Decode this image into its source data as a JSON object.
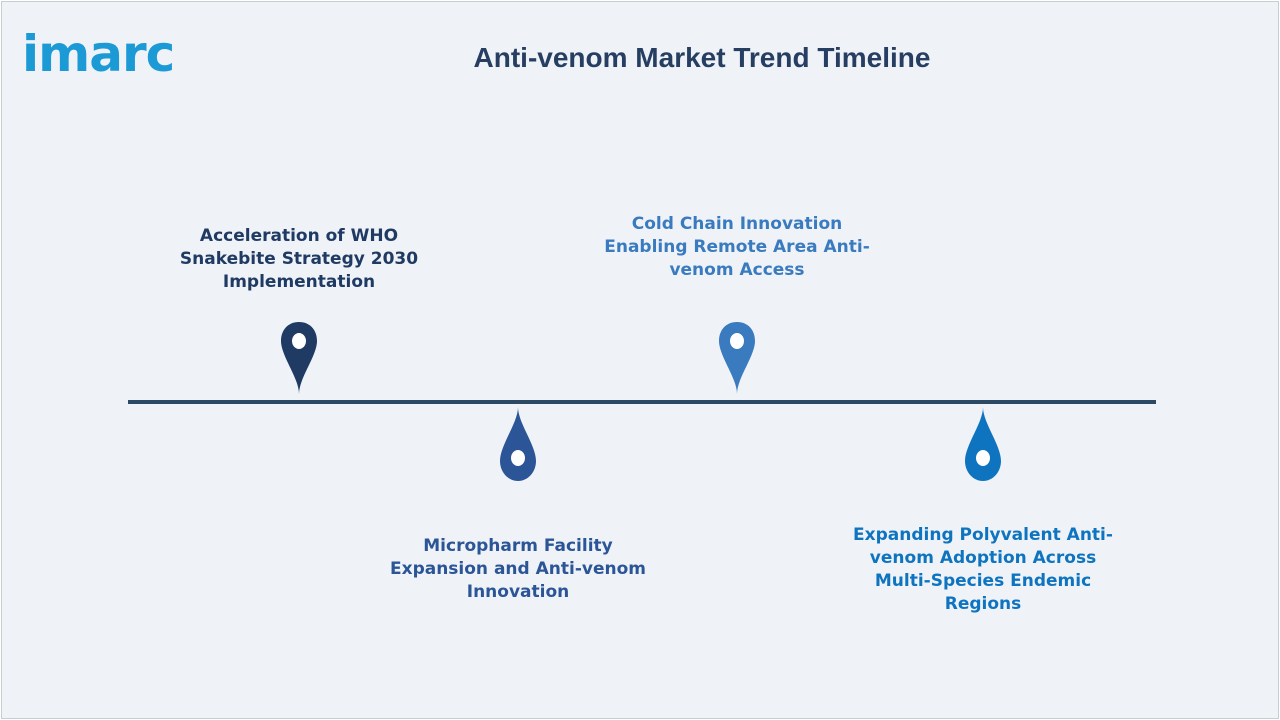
{
  "header": {
    "logo_text": "imarc",
    "title": "Anti-venom Market Trend Timeline"
  },
  "milestones": [
    {
      "label": "Acceleration of WHO Snakebite Strategy 2030 Implementation",
      "color": "#1f3a63",
      "position": "above"
    },
    {
      "label": "Micropharm Facility Expansion and Anti-venom Innovation",
      "color": "#2b5596",
      "position": "below"
    },
    {
      "label": "Cold Chain Innovation Enabling Remote Area Anti-venom Access",
      "color": "#3a7bbf",
      "position": "above"
    },
    {
      "label": "Expanding Polyvalent Anti-venom Adoption Across Multi-Species Endemic Regions",
      "color": "#0f74bf",
      "position": "below"
    }
  ],
  "colors": {
    "title": "#263e62",
    "timeline": "#2d4a64",
    "logo": "#1c9ad6",
    "background": "#eff3f8"
  },
  "icons": [
    "map-pin-icon",
    "drop-icon"
  ]
}
